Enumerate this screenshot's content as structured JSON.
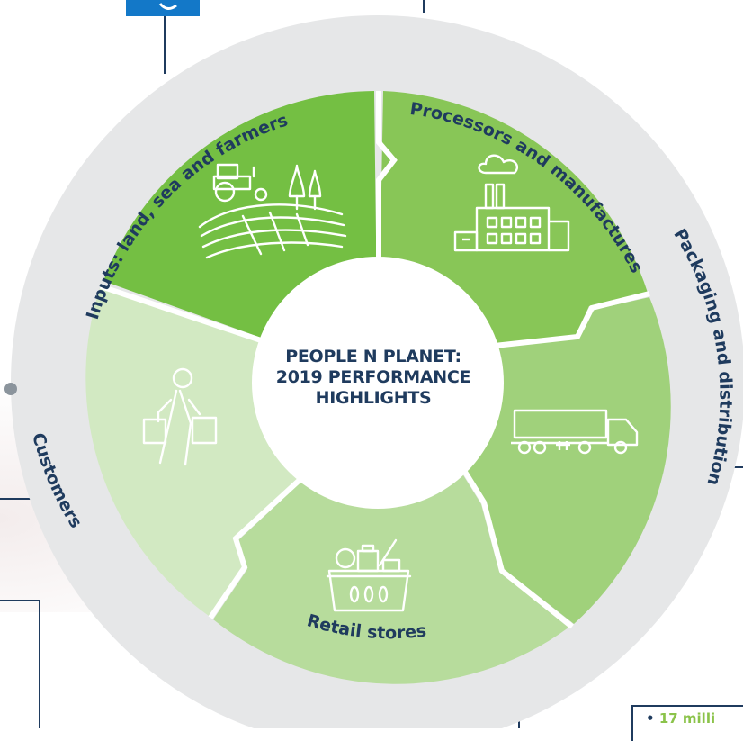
{
  "center": {
    "line1": "PEOPLE N PLANET:",
    "line2": "2019 PERFORMANCE",
    "line3": "HIGHLIGHTS"
  },
  "ring_labels": {
    "inputs": "Inputs: land, sea and farmers",
    "processors": "Processors and manufactures",
    "packaging": "Packaging and distribution",
    "retail": "Retail stores",
    "customers": "Customers"
  },
  "segments": [
    {
      "id": "inputs",
      "icon": "farm-tractor-icon",
      "color": "#74bf43"
    },
    {
      "id": "processors",
      "icon": "factory-icon",
      "color": "#88c657"
    },
    {
      "id": "packaging",
      "icon": "truck-icon",
      "color": "#a0d17b"
    },
    {
      "id": "retail",
      "icon": "shopping-basket-icon",
      "color": "#b7dc9c"
    },
    {
      "id": "customers",
      "icon": "shopper-icon",
      "color": "#d2e9c2"
    }
  ],
  "colors": {
    "ring": "#e6e7e8",
    "navy": "#1f3b5e",
    "brand_blue": "#1378c8"
  },
  "bullet_fragment": "17 milli"
}
